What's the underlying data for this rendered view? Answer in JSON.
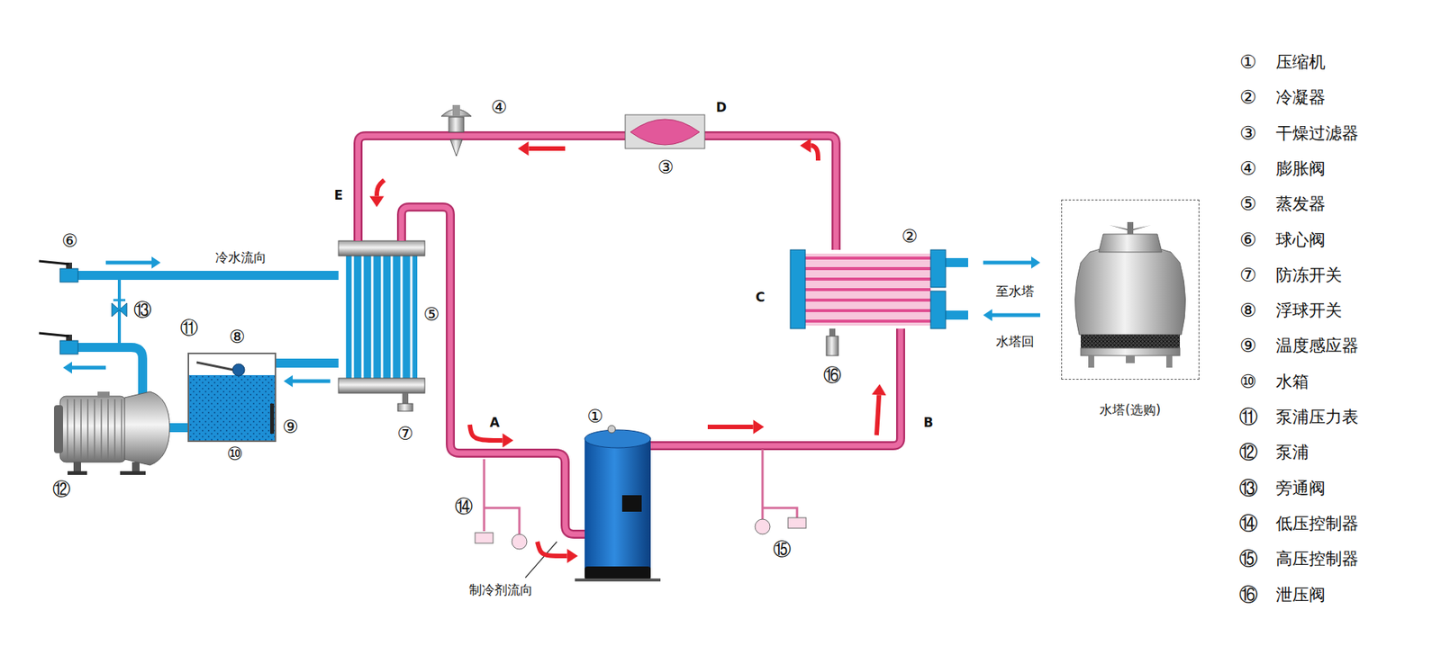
{
  "diagram": {
    "nodes": [
      {
        "text": [
          "水塔(选购)"
        ]
      }
    ],
    "labels": [
      "④",
      "D",
      "E",
      "③",
      "②",
      "C",
      "⑯",
      "⑥",
      "冷水流向",
      "⑬",
      "⑪",
      "⑧",
      "⑤",
      "⑨",
      "⑩",
      "⑦",
      "⑫",
      "A",
      "①",
      "B",
      "⑭",
      "⑮",
      "制冷剂流向",
      "至水塔",
      "水塔回",
      "①",
      "压缩机",
      "②",
      "冷凝器",
      "③",
      "干燥过滤器",
      "④",
      "膨胀阀",
      "⑤",
      "蒸发器",
      "⑥",
      "球心阀",
      "⑦",
      "防冻开关",
      "⑧",
      "浮球开关",
      "⑨",
      "温度感应器",
      "⑩",
      "水箱",
      "⑪",
      "泵浦压力表",
      "⑫",
      "泵浦",
      "⑬",
      "旁通阀",
      "⑭",
      "低压控制器",
      "⑮",
      "高压控制器",
      "⑯",
      "泄压阀"
    ]
  }
}
